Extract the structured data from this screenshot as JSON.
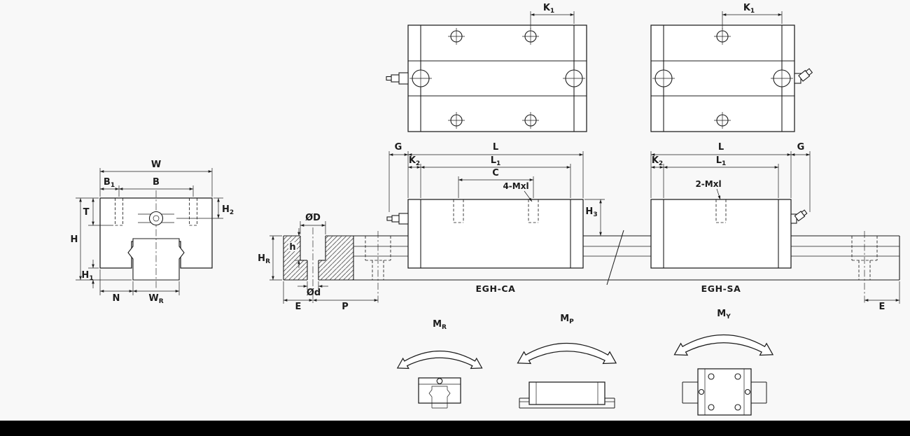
{
  "drawing": {
    "background": "#f8f8f8",
    "ink": "#1c1c1c",
    "footer_color": "#000000"
  },
  "labels": {
    "K1": {
      "base": "K",
      "sub": "1"
    },
    "K2": {
      "base": "K",
      "sub": "2"
    },
    "G": {
      "base": "G",
      "sub": ""
    },
    "L": {
      "base": "L",
      "sub": ""
    },
    "L1": {
      "base": "L",
      "sub": "1"
    },
    "C": {
      "base": "C",
      "sub": ""
    },
    "W": {
      "base": "W",
      "sub": ""
    },
    "B": {
      "base": "B",
      "sub": ""
    },
    "B1": {
      "base": "B",
      "sub": "1"
    },
    "T": {
      "base": "T",
      "sub": ""
    },
    "H": {
      "base": "H",
      "sub": ""
    },
    "H1": {
      "base": "H",
      "sub": "1"
    },
    "H2": {
      "base": "H",
      "sub": "2"
    },
    "H3": {
      "base": "H",
      "sub": "3"
    },
    "N": {
      "base": "N",
      "sub": ""
    },
    "WR": {
      "base": "W",
      "sub": "R"
    },
    "HR": {
      "base": "H",
      "sub": "R"
    },
    "OD": {
      "base": "ØD",
      "sub": ""
    },
    "Od": {
      "base": "Ød",
      "sub": ""
    },
    "h": {
      "base": "h",
      "sub": ""
    },
    "E": {
      "base": "E",
      "sub": ""
    },
    "P": {
      "base": "P",
      "sub": ""
    },
    "MR": {
      "base": "M",
      "sub": "R"
    },
    "MP": {
      "base": "M",
      "sub": "P"
    },
    "MY": {
      "base": "M",
      "sub": "Y"
    }
  },
  "callouts": {
    "four_bolt": "4-Mxl",
    "two_bolt": "2-Mxl"
  },
  "captions": {
    "left_model": "EGH-CA",
    "right_model": "EGH-SA"
  }
}
